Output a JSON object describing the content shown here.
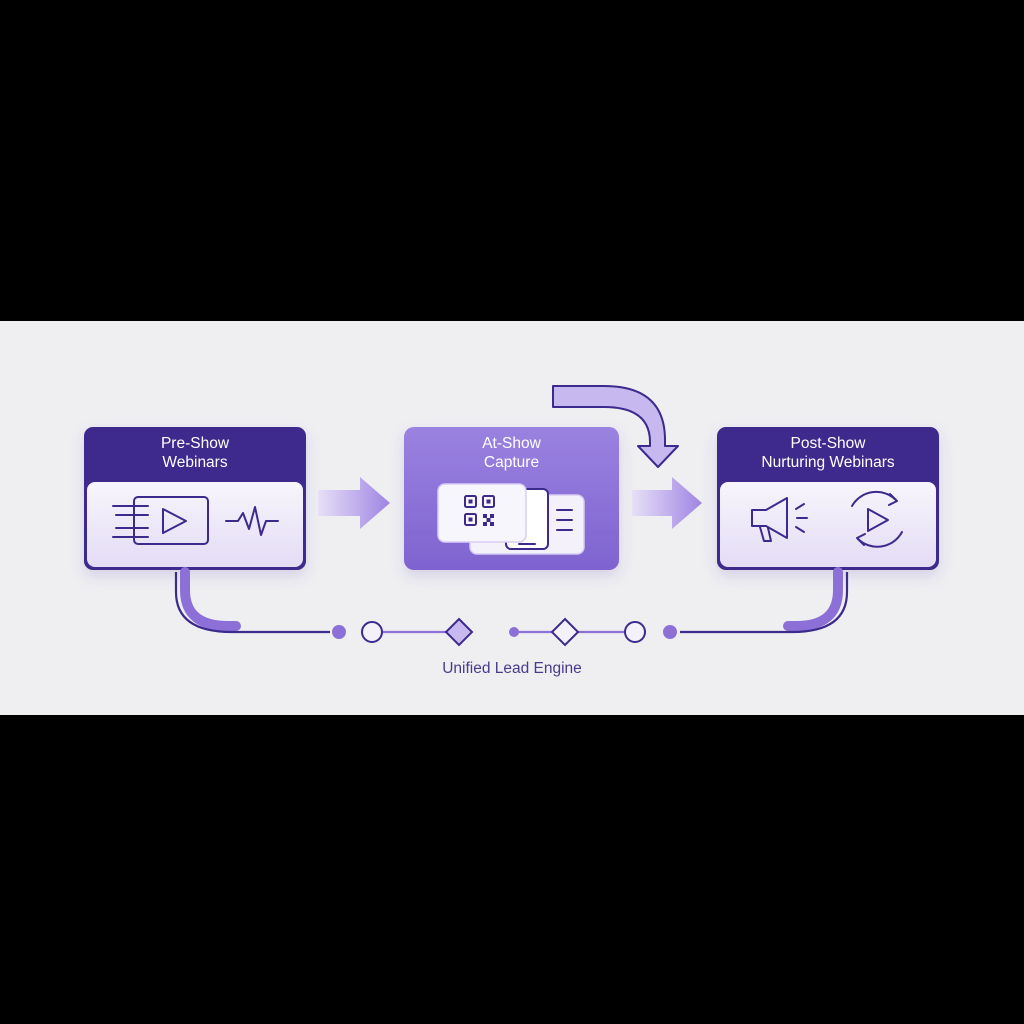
{
  "diagram": {
    "stages": [
      {
        "title_line1": "Pre-Show",
        "title_line2": "Webinars",
        "icons": [
          "video-play-icon",
          "waveform-icon"
        ]
      },
      {
        "title_line1": "At-Show",
        "title_line2": "Capture",
        "icons": [
          "qr-code-icon",
          "mobile-device-icon"
        ]
      },
      {
        "title_line1": "Post-Show",
        "title_line2": "Nurturing Webinars",
        "icons": [
          "megaphone-icon",
          "replay-video-icon"
        ]
      }
    ],
    "engine_label": "Unified Lead Engine",
    "colors": {
      "background_band": "#efeff2",
      "dark_purple": "#3c2a8c",
      "mid_purple": "#8a70d6",
      "light_purple": "#ebe6f7",
      "arrow": "#a88fe6"
    }
  }
}
